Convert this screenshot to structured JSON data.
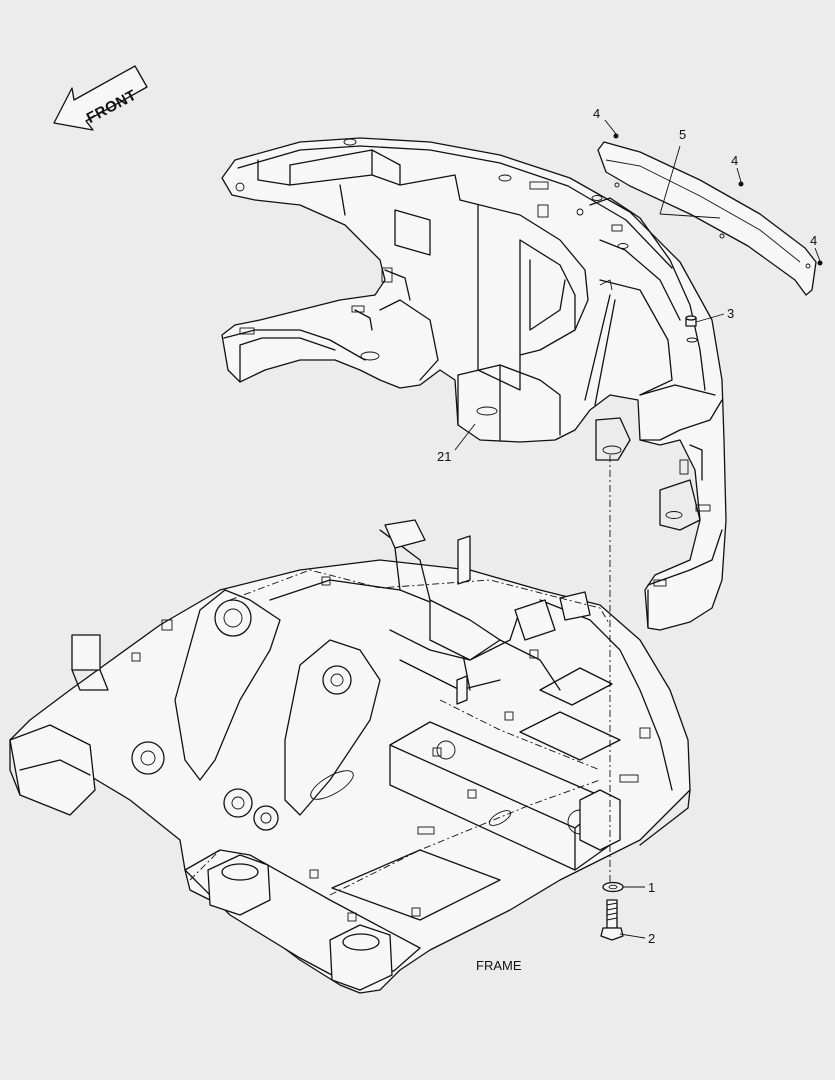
{
  "direction_arrow": {
    "label": "FRONT",
    "icon": "front-arrow-icon"
  },
  "assembly_label": "FRAME",
  "callouts": [
    {
      "id": "washer",
      "number": "1"
    },
    {
      "id": "bolt",
      "number": "2"
    },
    {
      "id": "plug",
      "number": "3"
    },
    {
      "id": "screw-top",
      "number": "4"
    },
    {
      "id": "screw-mid",
      "number": "4"
    },
    {
      "id": "screw-right",
      "number": "4"
    },
    {
      "id": "cover-plate",
      "number": "5"
    },
    {
      "id": "counterweight",
      "number": "21"
    }
  ]
}
